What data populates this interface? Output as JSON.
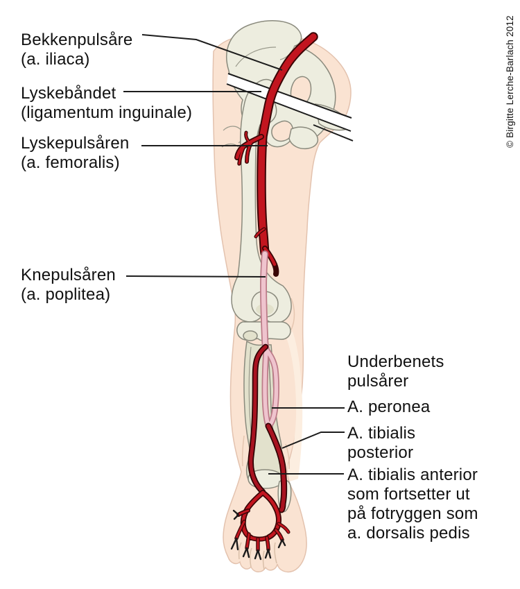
{
  "labels": {
    "bekkenpulsare": {
      "lines": [
        "Bekkenpulsåre",
        "(a. iliaca)"
      ]
    },
    "lyskebaandet": {
      "lines": [
        "Lyskebåndet",
        "(ligamentum inguinale)"
      ]
    },
    "lyskepulsaren": {
      "lines": [
        "Lyskepulsåren",
        "(a. femoralis)"
      ]
    },
    "knepulsaren": {
      "lines": [
        "Knepulsåren",
        "(a. poplitea)"
      ]
    },
    "underbenets": {
      "lines": [
        "Underbenets",
        "pulsårer"
      ]
    },
    "peronea": {
      "lines": [
        "A. peronea"
      ]
    },
    "tibialis_posterior": {
      "lines": [
        "A. tibialis",
        "posterior"
      ]
    },
    "tibialis_anterior": {
      "lines": [
        "A. tibialis anterior",
        "som fortsetter ut",
        "på fotryggen som",
        "a. dorsalis pedis"
      ]
    }
  },
  "copyright": "© Birgitte Lerche-Barlach 2012",
  "colors": {
    "artery_red": "#c2151f",
    "artery_dark_red": "#a81320",
    "artery_pink": "#efc4ce",
    "skin": "#fae3d2",
    "bone": "#ededdf",
    "bone_olive": "#e2e1cc",
    "ligament_white": "#ffffff",
    "line_black": "#1c1c1c",
    "text": "#111111",
    "background": "#ffffff"
  }
}
